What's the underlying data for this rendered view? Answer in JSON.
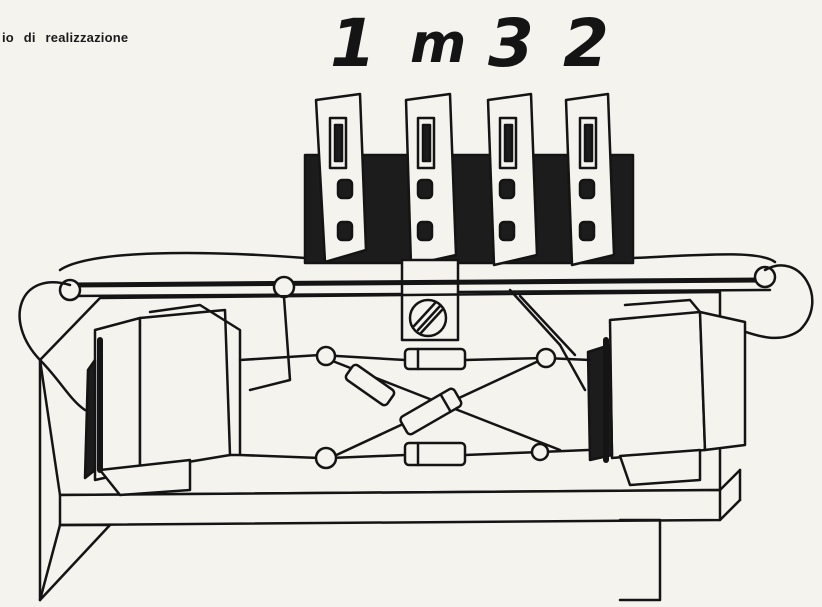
{
  "caption": "io di realizzazione",
  "terminal_labels": [
    "1",
    "m",
    "3",
    "2"
  ],
  "colors": {
    "ink": "#141414",
    "paper": "#f4f3ee"
  }
}
